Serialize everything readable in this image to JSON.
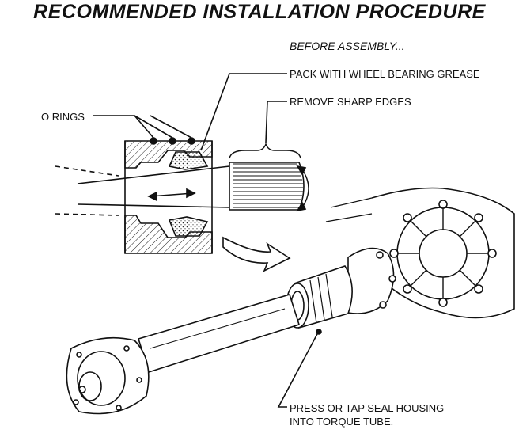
{
  "title": "RECOMMENDED INSTALLATION PROCEDURE",
  "subtitle": "BEFORE ASSEMBLY...",
  "callouts": {
    "pack_grease": "PACK WITH WHEEL BEARING GREASE",
    "remove_edges": "REMOVE SHARP EDGES",
    "o_rings": "O  RINGS",
    "press_line1": "PRESS OR TAP SEAL HOUSING",
    "press_line2": "INTO TORQUE TUBE."
  }
}
